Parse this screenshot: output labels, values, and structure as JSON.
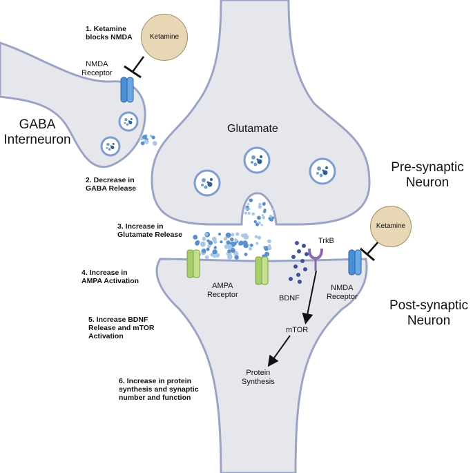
{
  "steps": [
    "1. Ketamine\nblocks NMDA",
    "2. Decrease in\nGABA Release",
    "3. Increase in\nGlutamate Release",
    "4. Increase in\nAMPA Activation",
    "5. Increase BDNF\nRelease and mTOR\nActivation",
    "6. Increase in protein\nsynthesis and synaptic\nnumber and function"
  ],
  "cells": {
    "gaba": "GABA\nInterneuron",
    "pre": "Pre-synaptic\nNeuron",
    "post": "Post-synaptic\nNeuron",
    "glutamate": "Glutamate"
  },
  "labels": {
    "ketamine": "Ketamine",
    "nmda_top": "NMDA\nReceptor",
    "ampa": "AMPA\nReceptor",
    "bdnf": "BDNF",
    "trkb": "TrkB",
    "nmda_post": "NMDA\nReceptor",
    "mtor": "mTOR",
    "protein": "Protein\nSynthesis"
  },
  "colors": {
    "membrane": "#9aa4c4",
    "cytoplasm": "#e6e7ec",
    "ketamine": "#e8d7b4",
    "nmda": "#4a8fd6",
    "ampa": "#a6cf6a",
    "bdnf": "#3f4f99",
    "trkb": "#8a6aa8"
  }
}
